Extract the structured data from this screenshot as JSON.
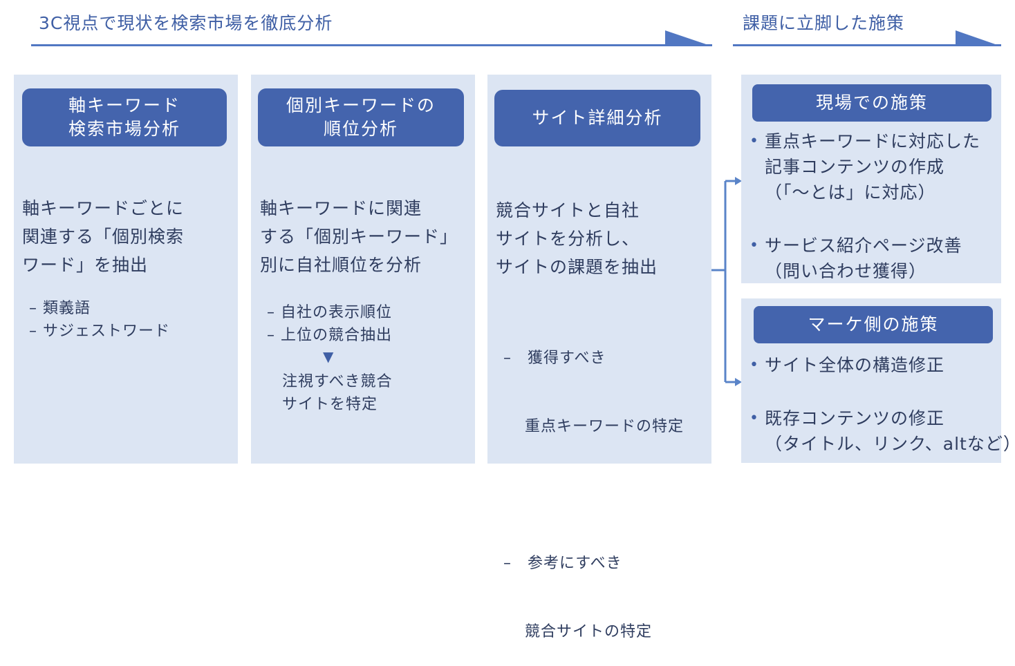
{
  "header": {
    "analysis_title": "3C視点で現状を検索市場を徹底分析",
    "measures_title": "課題に立脚した施策"
  },
  "panels": [
    {
      "pill": [
        "軸キーワード",
        "検索市場分析"
      ],
      "body": [
        "軸キーワードごとに",
        "関連する「個別検索",
        "ワード」を抽出"
      ],
      "list": [
        "– 類義語",
        "– サジェストワード"
      ]
    },
    {
      "pill": [
        "個別キーワードの",
        "順位分析"
      ],
      "body": [
        "軸キーワードに関連",
        "する「個別キーワード」",
        "別に自社順位を分析"
      ],
      "list": [
        "– 自社の表示順位",
        "– 上位の競合抽出"
      ],
      "arrow_glyph": "▼",
      "result": [
        "注視すべき競合",
        "サイトを特定"
      ]
    },
    {
      "pill": [
        "サイト詳細分析"
      ],
      "body": [
        "競合サイトと自社",
        "サイトを分析し、",
        "サイトの課題を抽出"
      ],
      "list": [
        "–　獲得すべき",
        "　 重点キーワードの特定",
        "",
        "–　参考にすべき",
        "　 競合サイトの特定"
      ]
    }
  ],
  "measures": [
    {
      "pill": "現場での施策",
      "bullets": [
        [
          "重点キーワードに対応した",
          "記事コンテンツの作成",
          "（「～とは」に対応）"
        ],
        [
          "サービス紹介ページ改善",
          "（問い合わせ獲得）"
        ]
      ]
    },
    {
      "pill": "マーケ側の施策",
      "bullets": [
        [
          "サイト全体の構造修正"
        ],
        [
          "既存コンテンツの修正",
          "（タイトル、リンク、altなど）"
        ]
      ]
    }
  ],
  "colors": {
    "panel_bg": "#dce5f3",
    "pill_bg": "#4464ad",
    "accent": "#5177c2",
    "text": "#2f3d5f"
  }
}
